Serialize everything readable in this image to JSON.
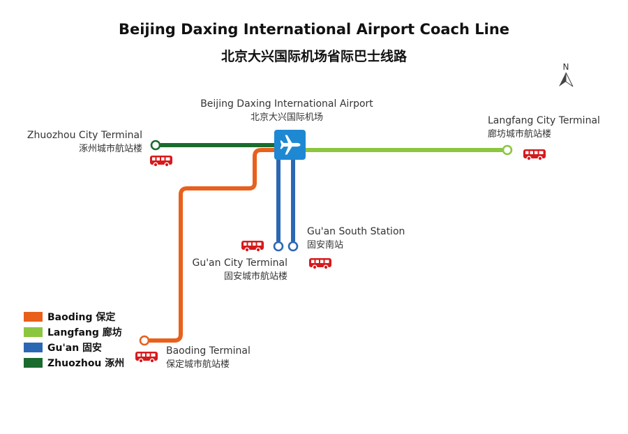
{
  "title": {
    "english": "Beijing Daxing International Airport Coach Line",
    "chinese": "北京大兴国际机场省际巴士线路"
  },
  "compass": {
    "label": "N"
  },
  "colors": {
    "baoding": "#e8601c",
    "langfang": "#8cc63f",
    "guan": "#2b68b3",
    "zhuozhou": "#1a6b2e",
    "bus": "#d7191c",
    "airport": "#1e88d2"
  },
  "stations": {
    "airport": {
      "en": "Beijing Daxing International Airport",
      "zh": "北京大兴国际机场",
      "icon": "airplane-icon"
    },
    "zhuozhou": {
      "en": "Zhuozhou City Terminal",
      "zh": "涿州城市航站楼"
    },
    "langfang": {
      "en": "Langfang City Terminal",
      "zh": "廊坊城市航站楼"
    },
    "guan_south": {
      "en": "Gu'an South Station",
      "zh": "固安南站"
    },
    "guan_city": {
      "en": "Gu'an City Terminal",
      "zh": "固安城市航站楼"
    },
    "baoding": {
      "en": "Baoding Terminal",
      "zh": "保定城市航站楼"
    }
  },
  "legend": [
    {
      "label": "Baoding 保定",
      "color": "#e8601c"
    },
    {
      "label": "Langfang 廊坊",
      "color": "#8cc63f"
    },
    {
      "label": "Gu'an 固安",
      "color": "#2b68b3"
    },
    {
      "label": "Zhuozhou 涿州",
      "color": "#1a6b2e"
    }
  ]
}
